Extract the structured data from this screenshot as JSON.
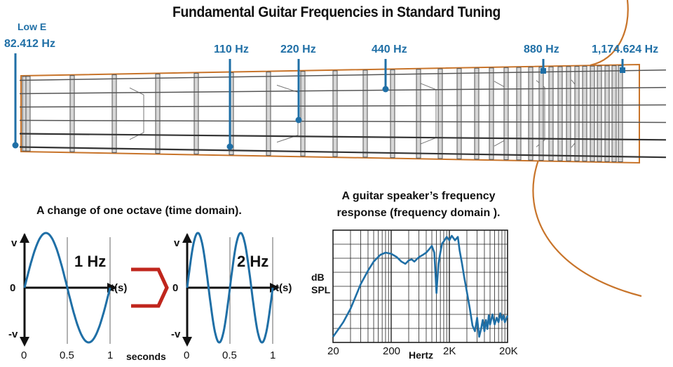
{
  "title": "Fundamental Guitar Frequencies in Standard Tuning",
  "colors": {
    "blue": "#1f6fa6",
    "orange": "#c8742a",
    "red": "#c0261d",
    "fret": "#555555"
  },
  "fretboard": {
    "low_e_label": "Low E",
    "markers": [
      {
        "label": "82.412 Hz"
      },
      {
        "label": "110 Hz"
      },
      {
        "label": "220 Hz"
      },
      {
        "label": "440 Hz"
      },
      {
        "label": "880 Hz"
      },
      {
        "label": "1,174.624 Hz"
      }
    ]
  },
  "time_domain": {
    "heading": "A change of one octave  (time domain).",
    "y_axis": {
      "top": "v",
      "zero": "0",
      "bottom": "-v"
    },
    "x_axis_label": "t(s)",
    "x_ticks": [
      "0",
      "0.5",
      "1"
    ],
    "x_unit": "seconds",
    "plots": [
      {
        "freq_label": "1 Hz",
        "cycles": 1
      },
      {
        "freq_label": "2 Hz",
        "cycles": 2
      }
    ]
  },
  "chart_data": {
    "type": "line",
    "title": "A guitar speaker’s frequency response  (frequency domain ).",
    "xlabel": "Hertz",
    "ylabel": "dB SPL",
    "x_scale": "log",
    "xlim": [
      20,
      20000
    ],
    "x_tick_labels": [
      "20",
      "200",
      "2K",
      "20K"
    ],
    "ylim": [
      0,
      1
    ],
    "grid": true,
    "series": [
      {
        "x": [
          20,
          25,
          30,
          40,
          50,
          60,
          80,
          100,
          130,
          160,
          200,
          250,
          300,
          350,
          400,
          450,
          500,
          600,
          700,
          800,
          900,
          1000,
          1100,
          1150,
          1200,
          1300,
          1400,
          1500,
          1600,
          1800,
          2000,
          2200,
          2500,
          2800,
          3000,
          3300,
          3600,
          4000,
          4500,
          5000,
          5500,
          6000,
          6500,
          7000,
          7500,
          8000,
          8500,
          9000,
          9500,
          10000,
          11000,
          12000,
          13000,
          14000,
          15000,
          16000,
          17000,
          18000,
          20000
        ],
        "y": [
          0.05,
          0.12,
          0.18,
          0.3,
          0.42,
          0.52,
          0.64,
          0.72,
          0.78,
          0.8,
          0.79,
          0.76,
          0.72,
          0.7,
          0.73,
          0.74,
          0.72,
          0.76,
          0.78,
          0.8,
          0.83,
          0.86,
          0.8,
          0.62,
          0.44,
          0.7,
          0.8,
          0.88,
          0.9,
          0.94,
          0.91,
          0.95,
          0.91,
          0.94,
          0.82,
          0.7,
          0.58,
          0.45,
          0.3,
          0.15,
          0.1,
          0.22,
          0.05,
          0.12,
          0.2,
          0.1,
          0.2,
          0.12,
          0.24,
          0.16,
          0.25,
          0.16,
          0.22,
          0.18,
          0.26,
          0.2,
          0.24,
          0.18,
          0.24
        ]
      }
    ]
  }
}
